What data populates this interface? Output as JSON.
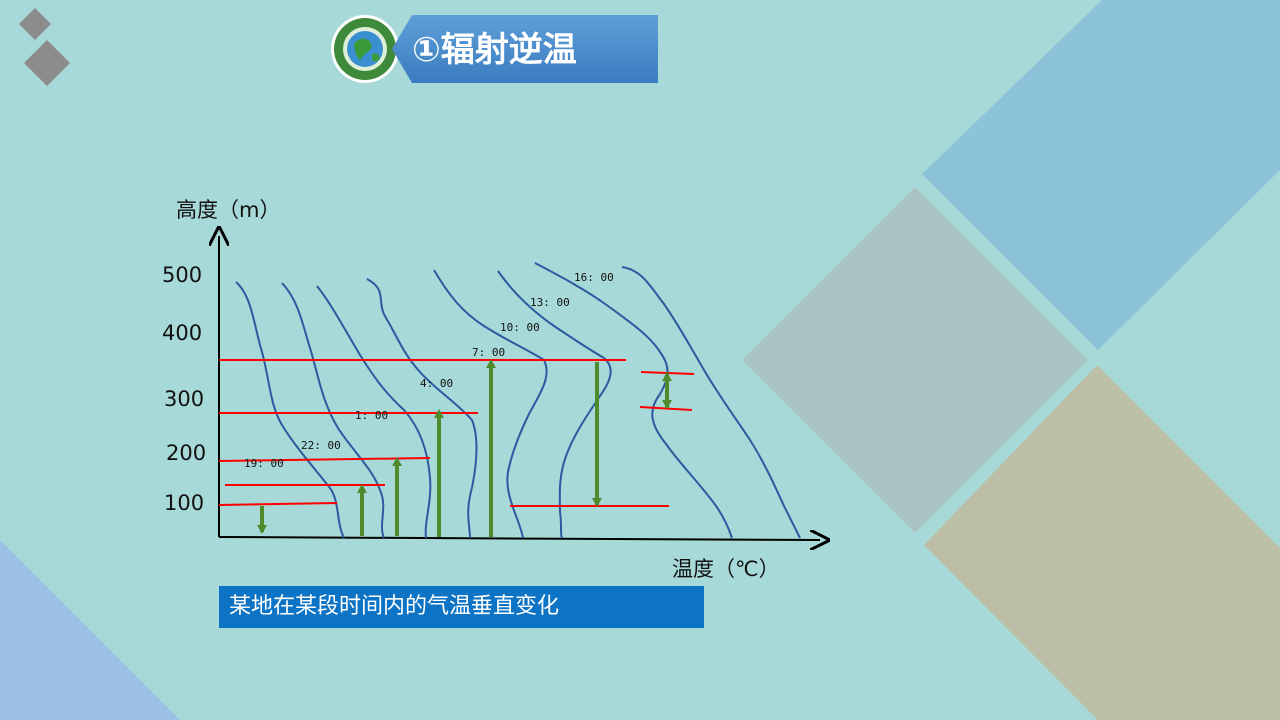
{
  "title": "①辐射逆温",
  "caption": "某地在某段时间内的气温垂直变化",
  "axes": {
    "y_label": "高度（m）",
    "x_label": "温度（℃）",
    "y_ticks": [
      "500",
      "400",
      "300",
      "200",
      "100"
    ]
  },
  "time_labels": [
    "19: 00",
    "22: 00",
    "1: 00",
    "4: 00",
    "7: 00",
    "10: 00",
    "13: 00",
    "16: 00"
  ],
  "colors": {
    "background": "#a7d9d8",
    "curve": "#2b5aa0",
    "inversion_boundary": "#ff0000",
    "inversion_arrow": "#4f8a2c",
    "banner": "#3a7cc0",
    "caption_bg": "#0c73c5"
  },
  "logo": {
    "icon": "globe-logo-icon"
  }
}
